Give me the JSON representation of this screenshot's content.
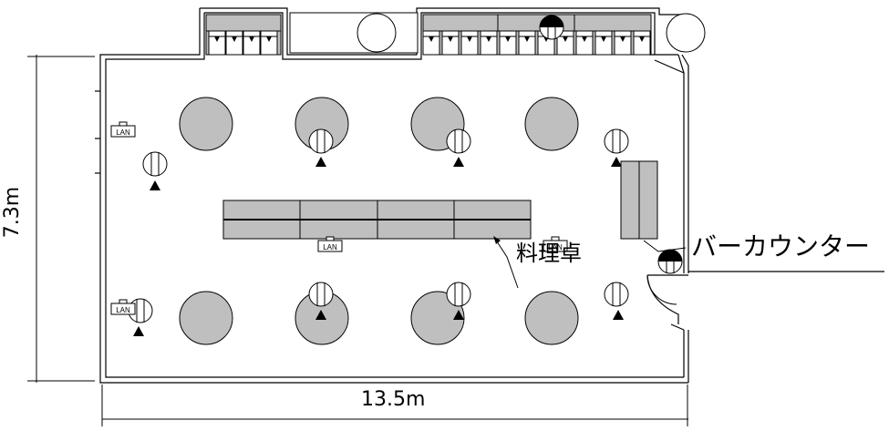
{
  "dimensions": {
    "height": "7.3m",
    "width": "13.5m"
  },
  "labels": {
    "cooking_table": "料理卓",
    "bar_counter": "バーカウンター"
  },
  "lan_tag": "LAN",
  "colors": {
    "table_fill": "#bfbfbf",
    "line": "#000000",
    "background": "#ffffff"
  }
}
